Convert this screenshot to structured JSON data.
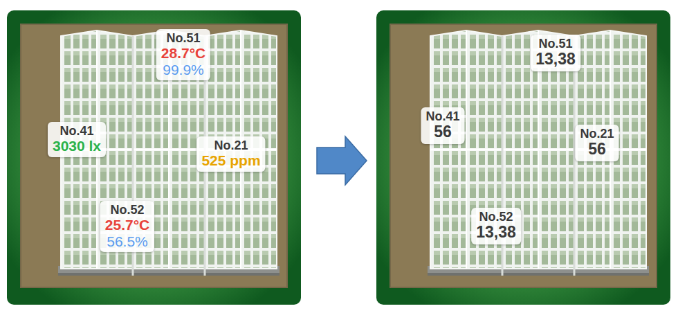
{
  "diagram": {
    "nodes": [
      {
        "text": [
          "No.51",
          "28.7°C",
          "99.9%"
        ]
      },
      {
        "text": [
          "No.41",
          "3030 lx"
        ]
      },
      {
        "text": [
          "No.21",
          "525 ppm"
        ]
      },
      {
        "text": [
          "No.52",
          "25.7°C",
          "56.5%"
        ]
      },
      {
        "text": [
          "No.51",
          "13,38"
        ]
      },
      {
        "text": [
          "No.41",
          "56"
        ]
      },
      {
        "text": [
          "No.21",
          "56"
        ]
      },
      {
        "text": [
          "No.52",
          "13,38"
        ]
      }
    ]
  }
}
